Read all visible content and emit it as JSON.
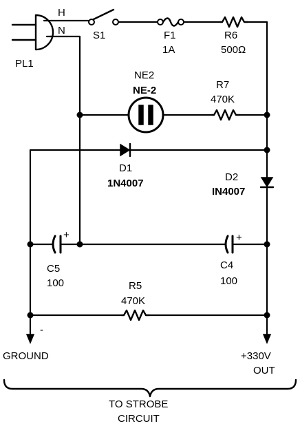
{
  "plug": {
    "ref": "PL1",
    "hot": "H",
    "neutral": "N"
  },
  "switch": {
    "ref": "S1"
  },
  "fuse": {
    "ref": "F1",
    "value": "1A"
  },
  "r6": {
    "ref": "R6",
    "value": "500Ω"
  },
  "ne2": {
    "ref": "NE2",
    "value": "NE-2"
  },
  "r7": {
    "ref": "R7",
    "value": "470K"
  },
  "d1": {
    "ref": "D1",
    "value": "1N4007"
  },
  "d2": {
    "ref": "D2",
    "value": "IN4007"
  },
  "c5": {
    "ref": "C5",
    "value": "100",
    "polarity": "+"
  },
  "c4": {
    "ref": "C4",
    "value": "100",
    "polarity": "+"
  },
  "r5": {
    "ref": "R5",
    "value": "470K"
  },
  "outputs": {
    "ground_label": "GROUND",
    "ground_sign": "-",
    "hv_label": "+330V",
    "hv_sub": "OUT"
  },
  "footer": {
    "line1": "TO STROBE",
    "line2": "CIRCUIT"
  }
}
